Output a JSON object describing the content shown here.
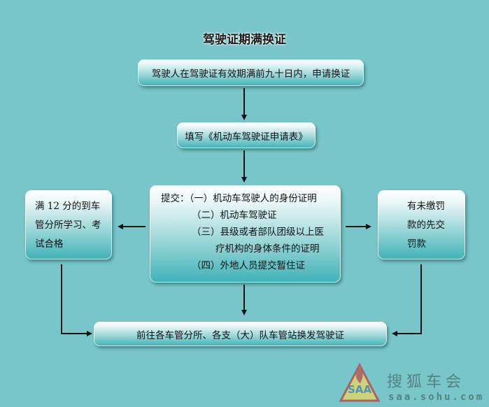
{
  "diagram": {
    "title": "驾驶证期满换证",
    "steps": {
      "apply": "驾驶人在驾驶证有效期满前九十日内，申请换证",
      "fill_form": "填写《机动车驾驶证申请表》",
      "submit": {
        "lines": [
          "提交：（一）机动车驾驶人的身份证明",
          "（二）机动车驾驶证",
          "（三）县级或者部队团级以上医",
          "疗机构的身体条件的证明",
          "（四）外地人员提交暂住证"
        ]
      },
      "left_branch": {
        "lines": [
          "满 12 分的到车",
          "管分所学习、考",
          "试合格"
        ]
      },
      "right_branch": {
        "lines": [
          "有未缴罚",
          "款的先交",
          "罚款"
        ]
      },
      "final": "前往各车管分所、各支（大）队车管站换发驾驶证"
    }
  },
  "watermark": {
    "logo_text": "SAA",
    "brand": "搜狐车会",
    "url": "saa.sohu.com"
  },
  "colors": {
    "background": "#78c6c9",
    "box_top": "#ffffff",
    "box_bottom": "#3fb2b8",
    "arrow": "#111111"
  }
}
